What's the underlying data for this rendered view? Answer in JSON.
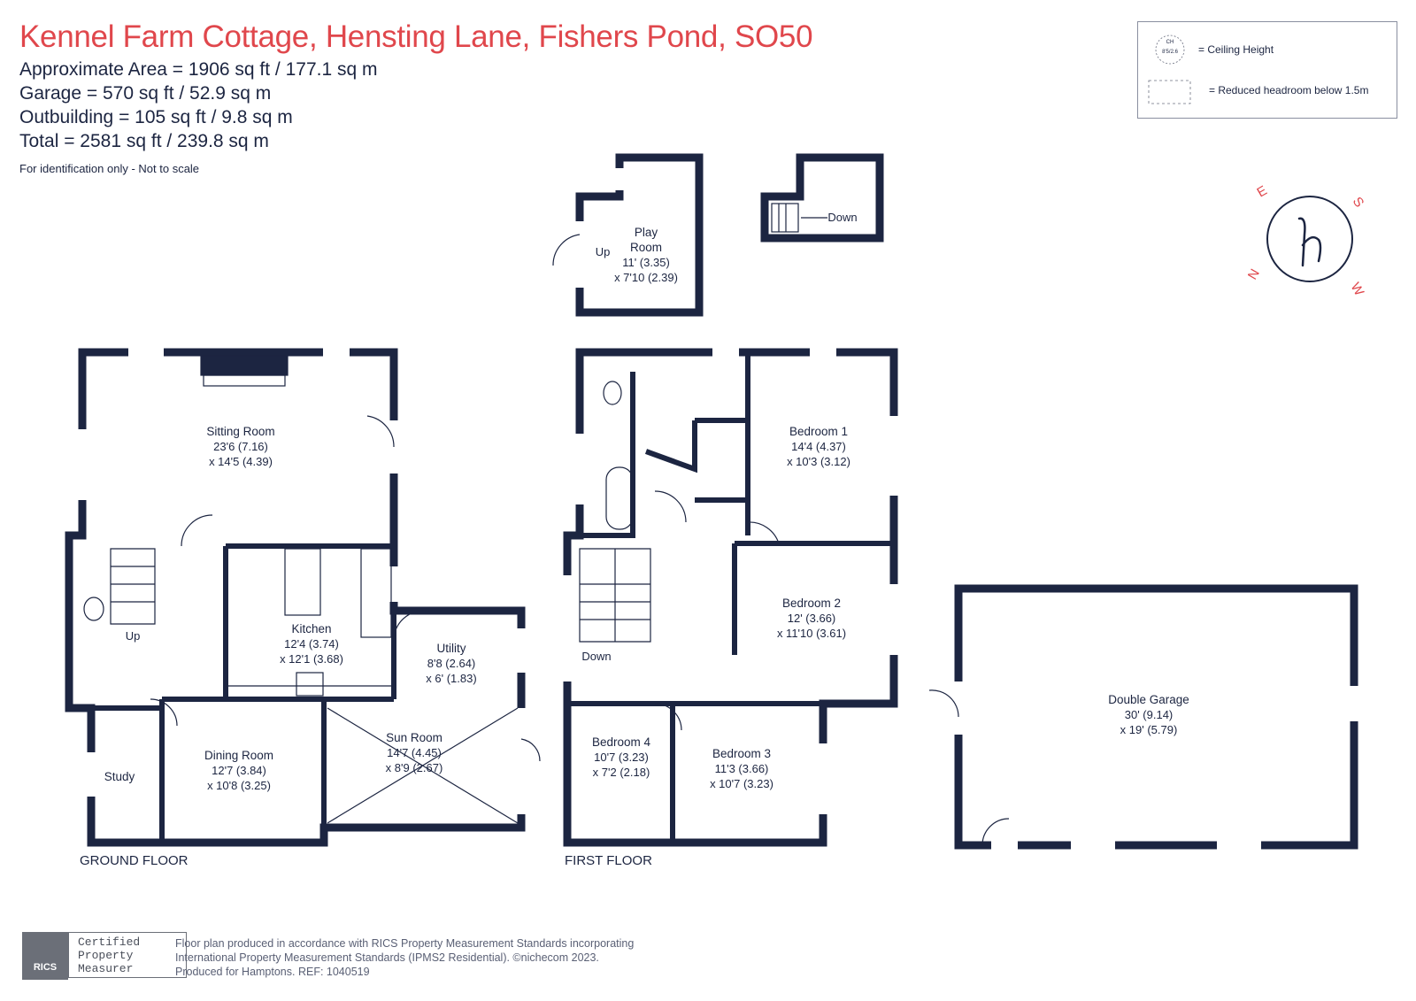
{
  "header": {
    "title": "Kennel Farm Cottage, Hensting Lane, Fishers Pond, SO50",
    "areas": [
      "Approximate Area = 1906  sq ft / 177.1  sq m",
      "Garage = 570 sq ft / 52.9  sq m",
      "Outbuilding = 105 sq ft / 9.8  sq m",
      "Total = 2581 sq ft / 239.8 sq m"
    ],
    "note": "For identification only - Not to scale"
  },
  "legend": {
    "ceiling_symbol_line1": "CH",
    "ceiling_symbol_line2": "8'5/2.6",
    "ceiling_label": "= Ceiling Height",
    "reduced_label": "= Reduced headroom below 1.5m"
  },
  "compass": {
    "letters": [
      "E",
      "S",
      "N",
      "W"
    ],
    "monogram": "h"
  },
  "colors": {
    "walls": "#1c2541",
    "title": "#e0474c",
    "text": "#1c2541"
  },
  "floors": {
    "ground": "GROUND FLOOR",
    "first": "FIRST FLOOR"
  },
  "rooms": {
    "sitting": [
      "Sitting Room",
      "23'6 (7.16)",
      "x 14'5 (4.39)"
    ],
    "kitchen": [
      "Kitchen",
      "12'4 (3.74)",
      "x 12'1 (3.68)"
    ],
    "utility": [
      "Utility",
      "8'8 (2.64)",
      "x 6' (1.83)"
    ],
    "dining": [
      "Dining Room",
      "12'7 (3.84)",
      "x 10'8 (3.25)"
    ],
    "sun": [
      "Sun Room",
      "14'7 (4.45)",
      "x 8'9 (2.67)"
    ],
    "study": [
      "Study"
    ],
    "play": [
      "Play",
      "Room",
      "11' (3.35)",
      "x 7'10 (2.39)"
    ],
    "bed1": [
      "Bedroom 1",
      "14'4 (4.37)",
      "x 10'3 (3.12)"
    ],
    "bed2": [
      "Bedroom 2",
      "12' (3.66)",
      "x 11'10 (3.61)"
    ],
    "bed3": [
      "Bedroom 3",
      "11'3 (3.66)",
      "x 10'7 (3.23)"
    ],
    "bed4": [
      "Bedroom 4",
      "10'7 (3.23)",
      "x 7'2 (2.18)"
    ],
    "garage": [
      "Double Garage",
      "30' (9.14)",
      "x 19' (5.79)"
    ]
  },
  "stairs": {
    "up": "Up",
    "down": "Down"
  },
  "footer": {
    "badge": [
      "Certified",
      "Property",
      "Measurer"
    ],
    "badge_logo": "RICS",
    "lines": [
      "Floor plan produced in accordance with RICS Property Measurement Standards incorporating",
      "International Property Measurement Standards (IPMS2 Residential).  ©nichecom 2023.",
      "Produced for Hamptons.   REF: 1040519"
    ]
  }
}
